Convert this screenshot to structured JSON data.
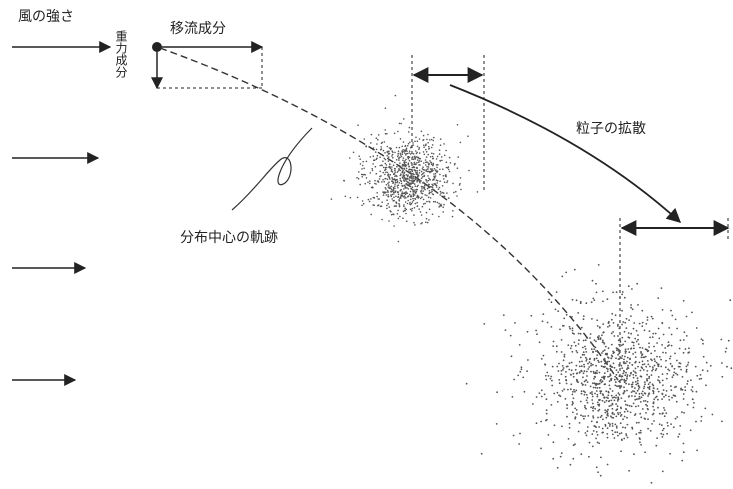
{
  "labels": {
    "wind_strength": "風の強さ",
    "advection_component": "移流成分",
    "gravity_component": "重力成分",
    "particle_diffusion": "粒子の拡散",
    "center_trajectory": "分布中心の軌跡"
  },
  "colors": {
    "ink": "#222222",
    "particle": "#555555"
  }
}
